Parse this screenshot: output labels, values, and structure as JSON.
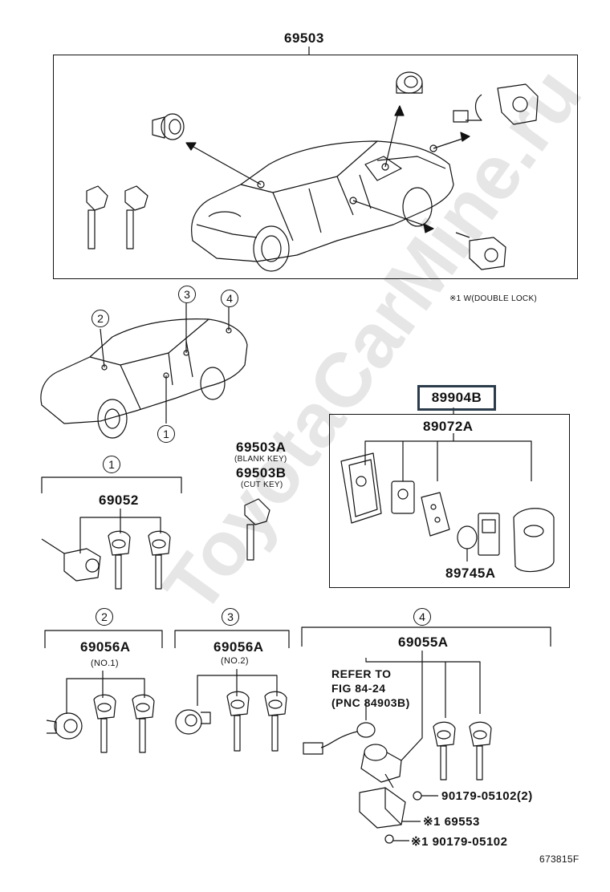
{
  "watermark": "ToyotaCarMine.ru",
  "top": {
    "part": "69503",
    "note": "※1 W(DOUBLE LOCK)"
  },
  "positions": [
    "1",
    "2",
    "3",
    "4"
  ],
  "keys": {
    "blank_part": "69503A",
    "blank_note": "(BLANK KEY)",
    "cut_part": "69503B",
    "cut_note": "(CUT KEY)"
  },
  "smart": {
    "outer": "89904B",
    "inner": "89072A",
    "battery": "89745A"
  },
  "g1": {
    "num": "1",
    "part": "69052"
  },
  "g2": {
    "num": "2",
    "part": "69056A",
    "note": "(NO.1)"
  },
  "g3": {
    "num": "3",
    "part": "69056A",
    "note": "(NO.2)"
  },
  "g4": {
    "num": "4",
    "part": "69055A",
    "refer": [
      "REFER TO",
      "FIG 84-24",
      "(PNC 84903B)"
    ],
    "p1": "90179-05102(2)",
    "p2": "※1 69553",
    "p3": "※1 90179-05102"
  },
  "fig_id": "673815F"
}
